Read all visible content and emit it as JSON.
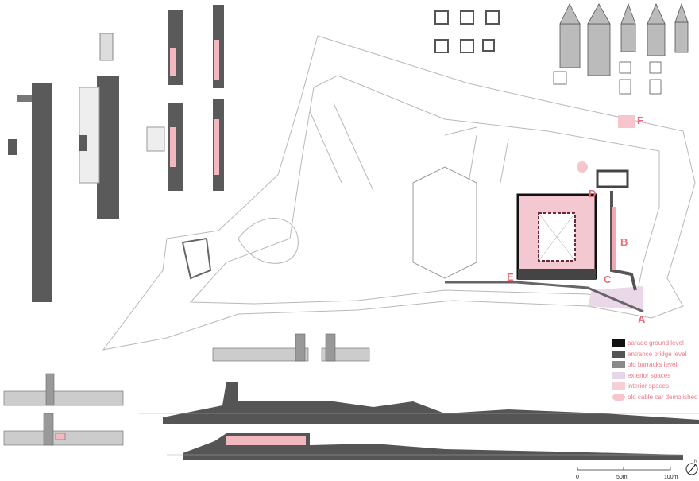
{
  "plan_labels": [
    "A",
    "B",
    "C",
    "D",
    "E",
    "F"
  ],
  "legend": [
    {
      "label": "parade ground level",
      "color": "#111111"
    },
    {
      "label": "entrance bridge level",
      "color": "#555555"
    },
    {
      "label": "old barracks level",
      "color": "#8a8a8a"
    },
    {
      "label": "exterior spaces",
      "color": "#e6d6e6"
    },
    {
      "label": "interior spaces",
      "color": "#f6cfd6"
    },
    {
      "label": "old cable car demolished",
      "color": "#f6c6cc"
    }
  ],
  "scale_bar": {
    "ticks": [
      "0",
      "50m",
      "100m"
    ]
  },
  "north_arrow": {
    "label": "N"
  },
  "colors": {
    "label_red": "#e86a78",
    "wall_grey": "#555555",
    "line_grey": "#bbbbbb"
  }
}
